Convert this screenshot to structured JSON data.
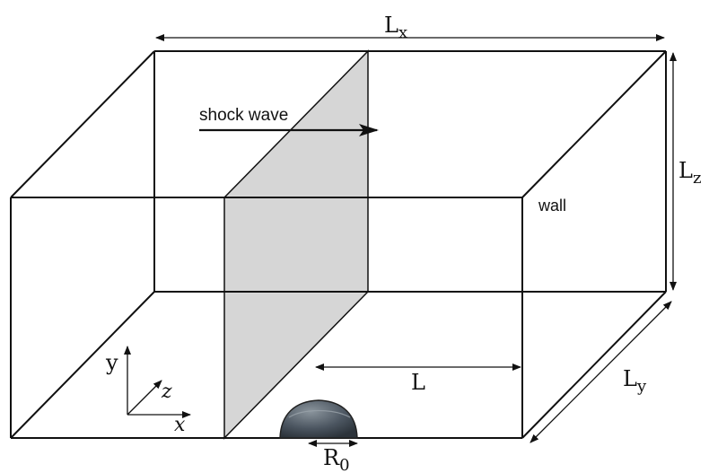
{
  "labels": {
    "lx": {
      "main": "L",
      "sub": "x"
    },
    "lz": {
      "main": "L",
      "sub": "z"
    },
    "ly": {
      "main": "L",
      "sub": "y"
    },
    "l": "L",
    "r0": {
      "main": "R",
      "sub": "0"
    },
    "shock_wave": "shock wave",
    "wall": "wall",
    "axis_y": "y",
    "axis_z": "z",
    "axis_x": "x"
  },
  "colors": {
    "line": "#111111",
    "shock_plane": "#d6d6d6",
    "bubble": "#4b5560",
    "bubble_highlight": "#8a949c"
  }
}
